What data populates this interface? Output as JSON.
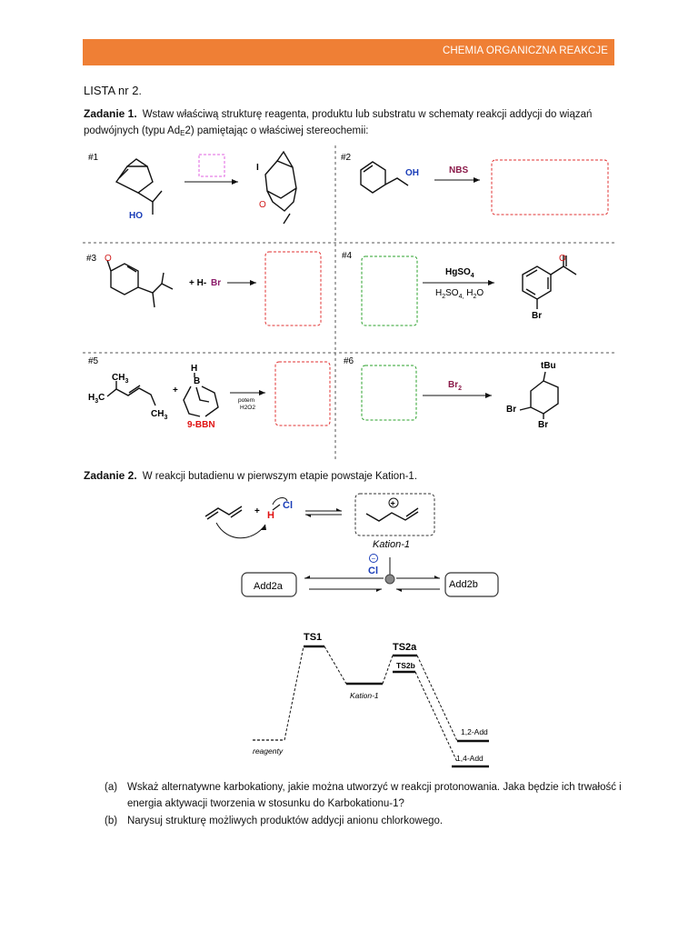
{
  "header": {
    "title": "CHEMIA ORGANICZNA REAKCJE",
    "color": "#ef7f35"
  },
  "list": {
    "title": "LISTA nr 2",
    "dot": "."
  },
  "task1": {
    "label": "Zadanie 1.",
    "text_a": "Wstaw właściwą strukturę reagenta, produktu lub substratu w schematy reakcji addycji do wiązań podwójnych (typu Ad",
    "text_sub": "E",
    "text_b": "2) pamiętając o właściwej stereochemii:",
    "reactions": [
      {
        "id": "#1",
        "labels": [
          "HO",
          "I",
          "O"
        ]
      },
      {
        "id": "#2",
        "reagent": "NBS",
        "labels": [
          "OH"
        ]
      },
      {
        "id": "#3",
        "reagent_h": "+ H-",
        "reagent_x": "Br"
      },
      {
        "id": "#4",
        "reagent_top": "HgSO",
        "reagent_top_sub": "4",
        "reagent_bottom": "H",
        "reagent_bottom_sub": "2",
        "reagent_bottom_mid": "SO",
        "reagent_bottom_sub2": "4,",
        "reagent_bottom_end": "H",
        "reagent_bottom_sub3": "2",
        "reagent_bottom_tail": "O",
        "labels": [
          "Br"
        ]
      },
      {
        "id": "#5",
        "labels": [
          "CH",
          "3",
          "H",
          "3",
          "C",
          "CH",
          "3",
          "H",
          "B",
          "+"
        ],
        "reagent_name": "9-BBN",
        "conditions": [
          "potem",
          "H2O2"
        ]
      },
      {
        "id": "#6",
        "reagent": "Br",
        "reagent_sub": "2",
        "labels": [
          "tBu",
          "Br",
          "Br"
        ]
      }
    ]
  },
  "task2": {
    "label": "Zadanie 2.",
    "text": "W reakcji butadienu w pierwszym etapie powstaje Kation-1.",
    "scheme": {
      "plus": "+",
      "h": "H",
      "cl": "Cl",
      "cation": "Kation-1",
      "anion": "Cl",
      "add_left": "Add2a",
      "add_right": "Add2b"
    },
    "energy": {
      "ts1": "TS1",
      "ts2a": "TS2a",
      "ts2b": "TS2b",
      "intermediate": "Kation-1",
      "reagents": "reagenty",
      "prod12": "1,2-Add",
      "prod14": "1,4-Add"
    },
    "questions": [
      {
        "tag": "(a)",
        "text": "Wskaż alternatywne karbokationy, jakie można utworzyć w reakcji protonowania.  Jaka będzie ich trwałość i energia aktywacji tworzenia w stosunku do Karbokationu-1?"
      },
      {
        "tag": "(b)",
        "text": "Narysuj strukturę możliwych produktów addycji anionu chlorkowego."
      }
    ]
  }
}
